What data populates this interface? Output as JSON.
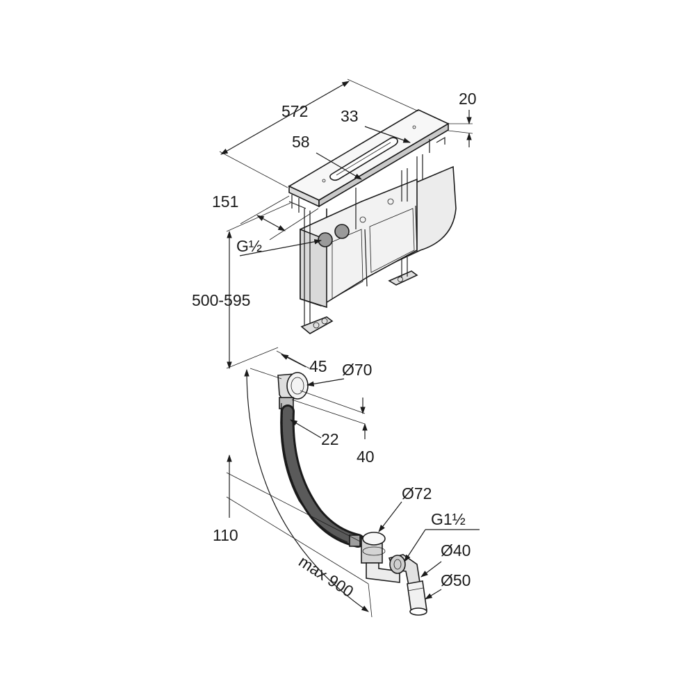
{
  "dimensions": {
    "width": "572",
    "cover_height": "20",
    "slot_width": "33",
    "slot_offset": "58",
    "depth": "151",
    "connection": "G½",
    "height_range": "500-595",
    "overflow_offset": "45",
    "overflow_diameter": "Ø70",
    "hose_offset": "22",
    "overflow_depth": "40",
    "waste_diameter": "Ø72",
    "waste_height": "110",
    "max_length": "max 900",
    "trap_thread": "G1½",
    "outlet_small": "Ø40",
    "outlet_large": "Ø50"
  },
  "colors": {
    "line": "#1a1a1a",
    "body_fill": "#ececec",
    "panel_fill": "#d9d9d9",
    "background": "#ffffff"
  }
}
